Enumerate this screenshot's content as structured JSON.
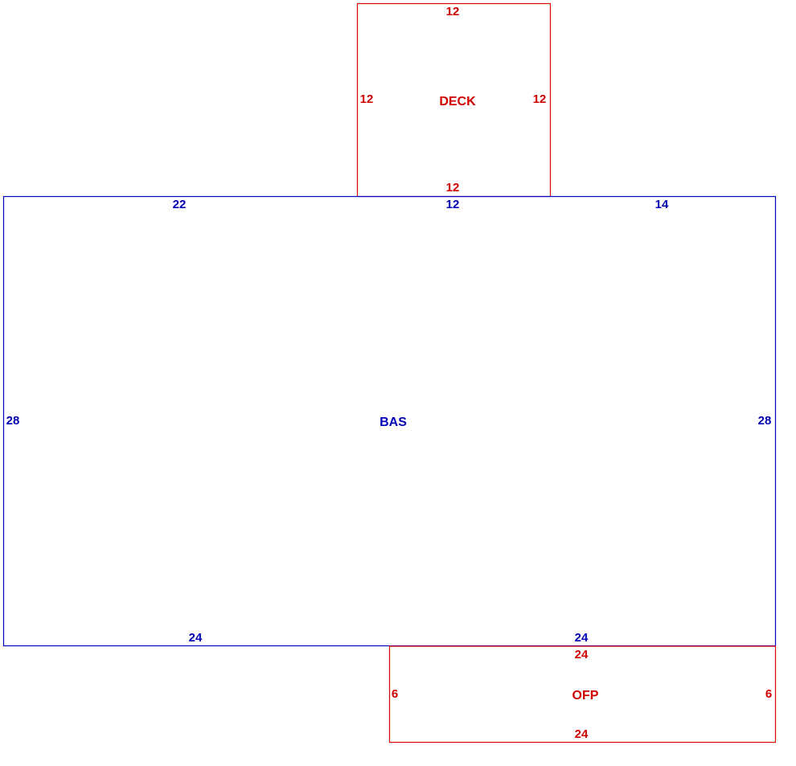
{
  "colors": {
    "main": "#0000b4",
    "addition": "#d00000"
  },
  "areas": {
    "bas": {
      "label": "BAS",
      "dims": {
        "top_left": "22",
        "top_middle": "12",
        "top_right": "14",
        "left": "28",
        "right": "28",
        "bottom_left": "24",
        "bottom_right": "24"
      }
    },
    "deck": {
      "label": "DECK",
      "dims": {
        "top": "12",
        "left": "12",
        "right": "12",
        "bottom": "12"
      }
    },
    "ofp": {
      "label": "OFP",
      "dims": {
        "top": "24",
        "left": "6",
        "right": "6",
        "bottom": "24"
      }
    }
  }
}
